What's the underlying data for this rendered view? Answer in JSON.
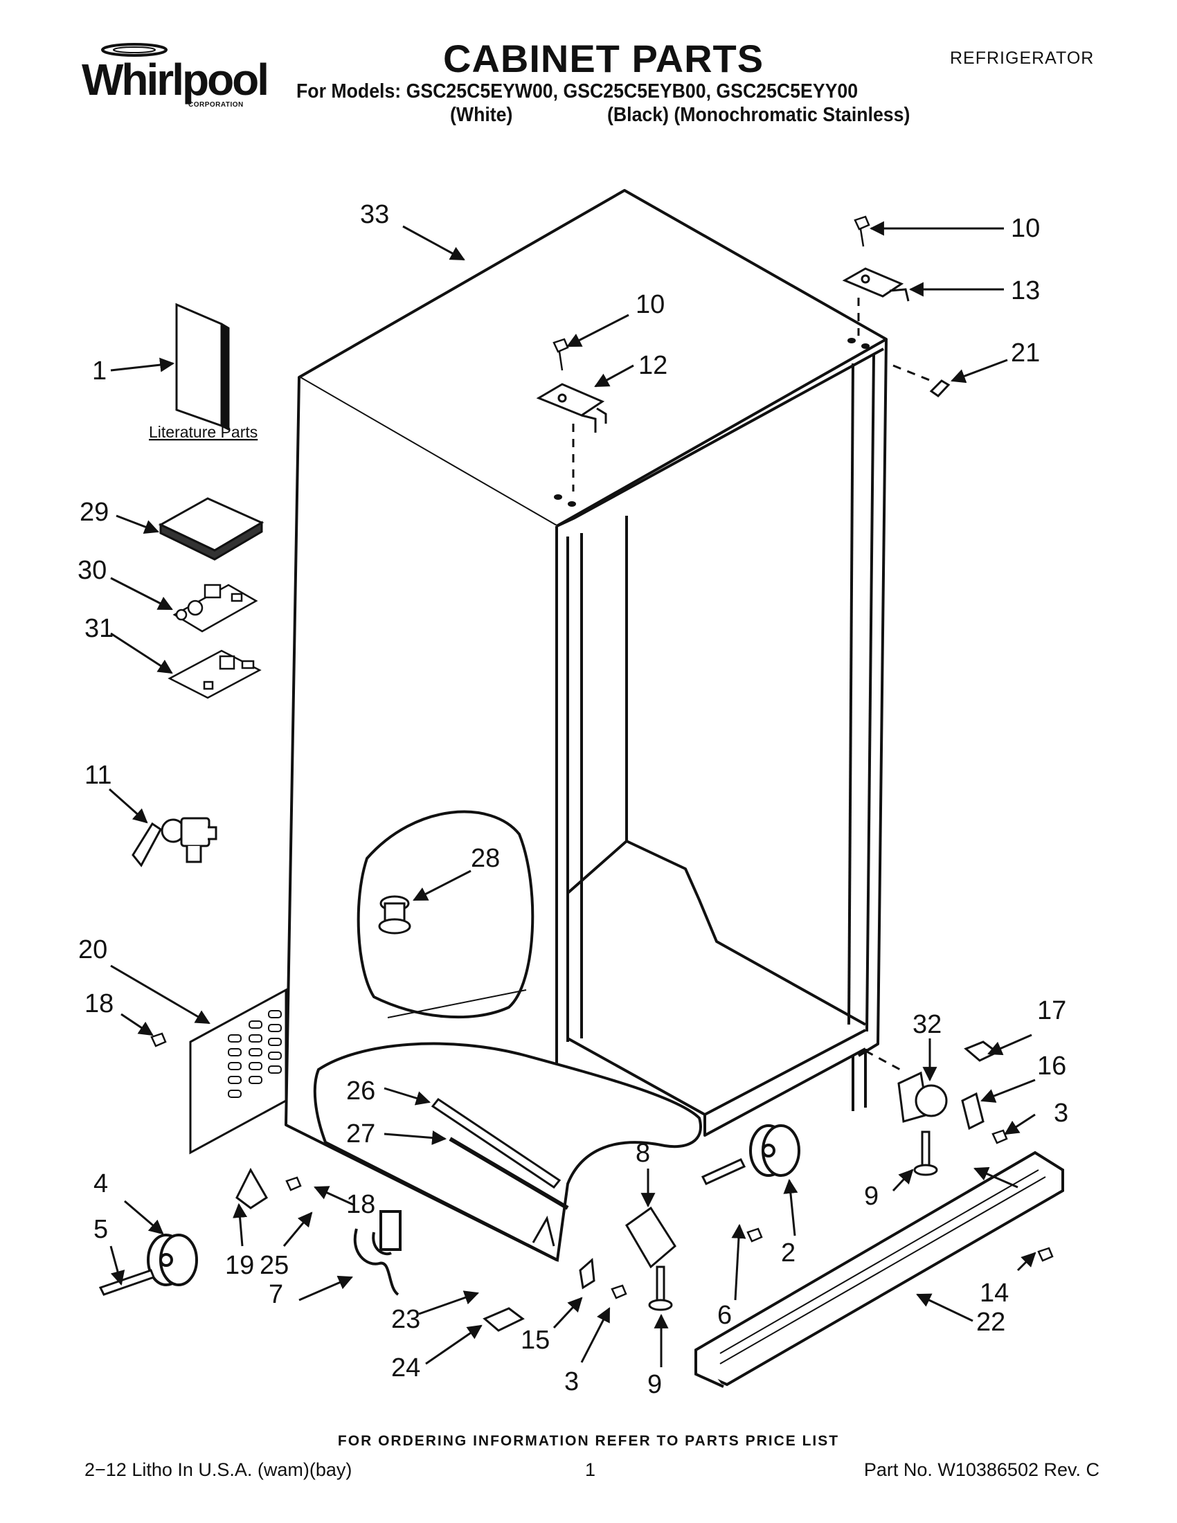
{
  "header": {
    "brand": "Whirlpool",
    "brand_sub": "CORPORATION",
    "title": "CABINET PARTS",
    "appliance": "REFRIGERATOR",
    "models_line": "For Models: GSC25C5EYW00, GSC25C5EYB00, GSC25C5EYY00",
    "color_white": "(White)",
    "color_black_stainless": "(Black) (Monochromatic Stainless)"
  },
  "diagram": {
    "literature_label": "Literature Parts",
    "callouts": [
      "33",
      "10",
      "13",
      "10",
      "12",
      "21",
      "1",
      "29",
      "30",
      "31",
      "11",
      "28",
      "20",
      "18",
      "32",
      "17",
      "16",
      "26",
      "3",
      "27",
      "8",
      "4",
      "5",
      "9",
      "2",
      "19",
      "25",
      "18",
      "7",
      "23",
      "6",
      "14",
      "22",
      "15",
      "24",
      "3",
      "9"
    ]
  },
  "footer": {
    "ordering_note": "FOR ORDERING INFORMATION REFER TO PARTS PRICE LIST",
    "litho": "2−12 Litho In U.S.A. (wam)(bay)",
    "page": "1",
    "part_no": "Part No. W10386502 Rev. C"
  }
}
